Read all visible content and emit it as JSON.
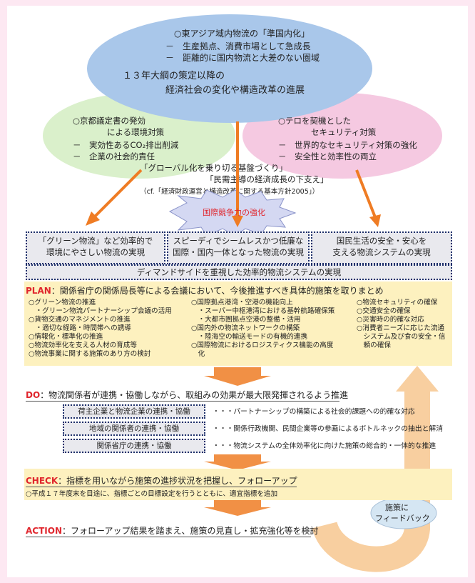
{
  "top_ellipse": {
    "title": "○東アジア域内物流の「準国内化」",
    "items": [
      "－　生産拠点、消費市場として急成長",
      "－　距離的に国内物流と大差のない圏域"
    ],
    "sub_line1": "１３年大綱の策定以降の",
    "sub_line2": "経済社会の変化や構造改革の進展"
  },
  "left_ellipse": {
    "title1": "○京都議定書の発効",
    "title2": "による環境対策",
    "items": [
      "－　実効性あるCO₂排出削減",
      "－　企業の社会的責任"
    ]
  },
  "right_ellipse": {
    "title1": "○テロを契機とした",
    "title2": "セキュリティ対策",
    "items": [
      "－　世界的なセキュリティ対策の強化",
      "－　安全性と効率性の両立"
    ]
  },
  "foundation": {
    "line1": "「グローバル化を乗り切る基盤づくり」",
    "line2": "「民需主導の経済成長の下支え」",
    "note": "（cf.「経済財政運営と構造改革に関する基本方針2005」）"
  },
  "starburst": "国際競争力の強化",
  "goals": [
    {
      "line1": "「グリーン物流」など効率的で",
      "line2": "環境にやさしい物流の実現"
    },
    {
      "line1": "スピーディでシームレスかつ低廉な",
      "line2": "国際・国内一体となった物流の実現"
    },
    {
      "line1": "国民生活の安全・安心を",
      "line2": "支える物流システムの実現"
    }
  ],
  "demand_box": "ディマンドサイドを重視した効率的物流システムの実現",
  "plan": {
    "label": "PLAN",
    "text": "：関係省庁の関係局長等による会議において、今後推進すべき具体的施策を取りまとめ",
    "col1": [
      "○グリーン物流の推進",
      "　・グリーン物流パートナーシップ会議の活用",
      "○貨物交通のマネジメントの推進",
      "　・適切な経路・時間帯への誘導",
      "○情報化・標準化の推進",
      "○物流効率化を支える人材の育成等",
      "○物流事業に関する施策のあり方の検討"
    ],
    "col2": [
      "○国際拠点港湾・空港の機能向上",
      "　・スーパー中枢港湾における基幹航路確保策",
      "　・大都市圏拠点空港の整備・活用",
      "○国内外の物流ネットワークの構築",
      "　・陸海空の輸送モードの有機的連携",
      "○国際物流におけるロジスティクス機能の高度",
      "　化"
    ],
    "col3": [
      "○物流セキュリティの確保",
      "○交通安全の確保",
      "○災害時の的確な対応",
      "○消費者ニーズに応じた流通",
      "　システム及び食の安全・信",
      "　頼の確保"
    ]
  },
  "do": {
    "label": "DO",
    "text": "：物流関係者が連携・協働しながら、取組みの効果が最大限発揮されるよう推進",
    "rows": [
      {
        "box": "荷主企業と物流企業の連携・協働",
        "desc": "・・・パートナーシップの構築による社会的課題への的確な対応"
      },
      {
        "box": "地域の関係者の連携・協働",
        "desc": "・・・関係行政機関、民間企業等の参画によるボトルネックの抽出と解消"
      },
      {
        "box": "関係省庁の連携・協働",
        "desc": "・・・物流システムの全体効率化に向けた施策の総合的・一体的な推進"
      }
    ]
  },
  "check": {
    "label": "CHECK",
    "text": "：指標を用いながら施策の進捗状況を把握し、フォローアップ",
    "sub": "○平成１７年度末を目途に、指標ごとの目標設定を行うとともに、適宜指標を追加"
  },
  "action": {
    "label": "ACTION",
    "text": "：フォローアップ結果を踏まえ、施策の見直し・拡充強化等を検討"
  },
  "feedback": {
    "line1": "施策に",
    "line2": "フィードバック"
  },
  "colors": {
    "top_ellipse": "#a9c7ea",
    "left_ellipse": "#d8efc8",
    "right_ellipse": "#f4c6df",
    "arrow": "#ef7c24",
    "band": "#fdf1bf",
    "label_red": "#e0262d",
    "feedback": "#f8cfa0",
    "frame": "#fde8f2"
  }
}
